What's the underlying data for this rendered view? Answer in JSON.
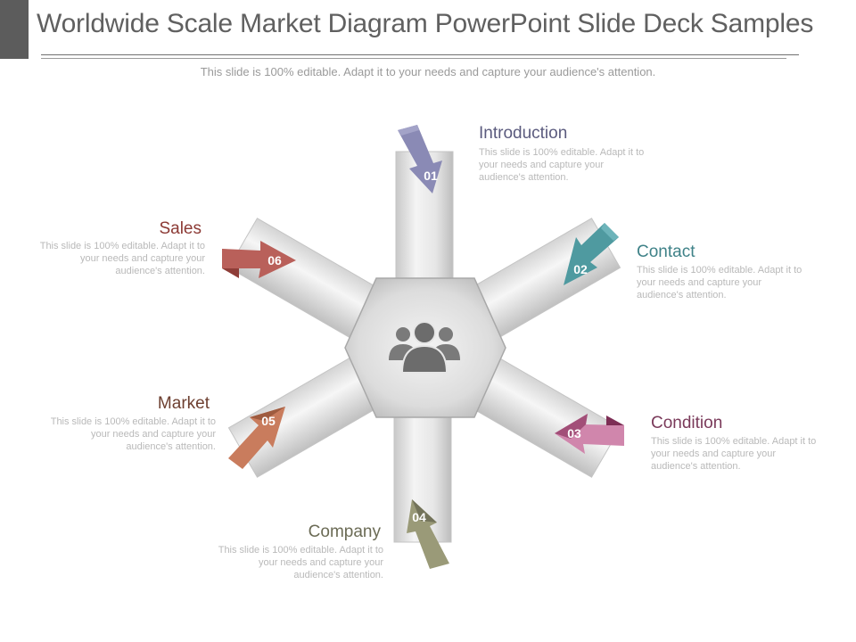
{
  "header": {
    "title": "Worldwide Scale Market Diagram PowerPoint Slide Deck Samples",
    "subtitle": "This slide is 100% editable. Adapt it to your needs and capture your audience's attention."
  },
  "center": {
    "icon": "people-group-icon"
  },
  "items": [
    {
      "number": "01",
      "label": "Introduction",
      "description": "This slide is 100% editable. Adapt it to your needs and capture your audience's attention.",
      "color": "#8a8ab5"
    },
    {
      "number": "02",
      "label": "Contact",
      "description": "This slide is 100% editable. Adapt it to your needs and capture your audience's attention.",
      "color": "#4f9aa0"
    },
    {
      "number": "03",
      "label": "Condition",
      "description": "This slide is 100% editable. Adapt it to your needs and capture your audience's attention.",
      "color": "#b35a86"
    },
    {
      "number": "04",
      "label": "Company",
      "description": "This slide is 100% editable. Adapt it to your needs and capture your audience's attention.",
      "color": "#9a9a78"
    },
    {
      "number": "05",
      "label": "Market",
      "description": "This slide is 100% editable. Adapt it to your needs and capture your audience's attention.",
      "color": "#c97c5d"
    },
    {
      "number": "06",
      "label": "Sales",
      "description": "This slide is 100% editable. Adapt it to your needs and capture your audience's attention.",
      "color": "#b9605a"
    }
  ]
}
